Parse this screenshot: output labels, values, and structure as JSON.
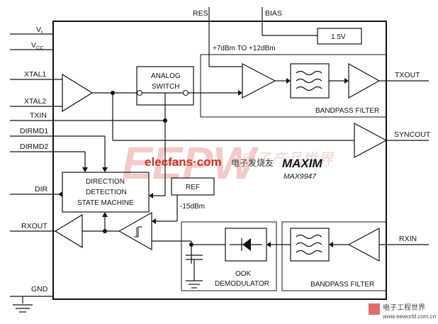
{
  "pins_left": {
    "vl": "V",
    "vl_sub": "L",
    "vcc": "V",
    "vcc_sub": "CC",
    "xtal1": "XTAL1",
    "xtal2": "XTAL2",
    "txin": "TXIN",
    "dirmd1": "DIRMD1",
    "dirmd2": "DIRMD2",
    "dir": "DIR",
    "rxout": "RXOUT",
    "gnd": "GND"
  },
  "pins_top": {
    "res": "RES",
    "bias": "BIAS"
  },
  "pins_right": {
    "txout": "TXOUT",
    "syncout": "SYNCOUT",
    "rxin": "RXIN"
  },
  "blocks": {
    "bias_voltage": "1.5V",
    "tx_level": "+7dBm TO +12dBm",
    "analog_switch": [
      "ANALOG",
      "SWITCH"
    ],
    "bandpass_tx": "BANDPASS FILTER",
    "bandpass_rx": "BANDPASS FILTER",
    "direction": [
      "DIRECTION",
      "DETECTION",
      "STATE MACHINE"
    ],
    "ref": "REF",
    "ref_level": "-15dBm",
    "ook": [
      "OOK",
      "DEMODULATOR"
    ]
  },
  "chip": {
    "brand": "MAXIM",
    "part": "MAX9947"
  },
  "watermark": {
    "big": "EEPW",
    "site": "elecfans·com",
    "cn1": "电子发烧友",
    "cn2": "电子产品世界",
    "footer_cn": "电子工程世界",
    "footer_url": "www.eeworld.com.cn"
  }
}
